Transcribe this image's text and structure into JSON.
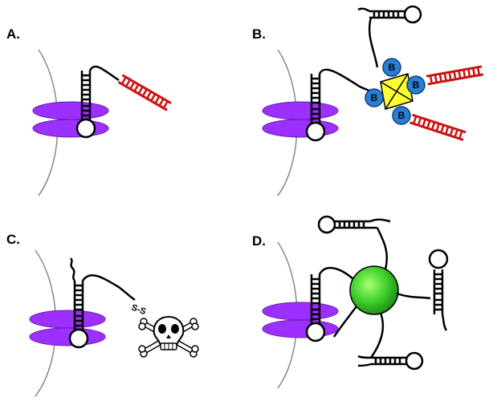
{
  "panels": [
    {
      "label": "A."
    },
    {
      "label": "B."
    },
    {
      "label": "C."
    },
    {
      "label": "D."
    }
  ],
  "biotin_label": "B",
  "disulfide_label": "S-S",
  "colors": {
    "membrane_protein": "#9b30ff",
    "dna_duplex": "#cc1111",
    "streptavidin": "#ffff33",
    "biotin": "#2a7fd4",
    "nanoparticle": "#33cc33",
    "membrane": "#888888"
  },
  "icons": [
    "membrane",
    "membrane-protein",
    "aptamer-hairpin",
    "dna-ladder",
    "streptavidin-core",
    "biotin",
    "skull-crossbones",
    "nanoparticle"
  ]
}
